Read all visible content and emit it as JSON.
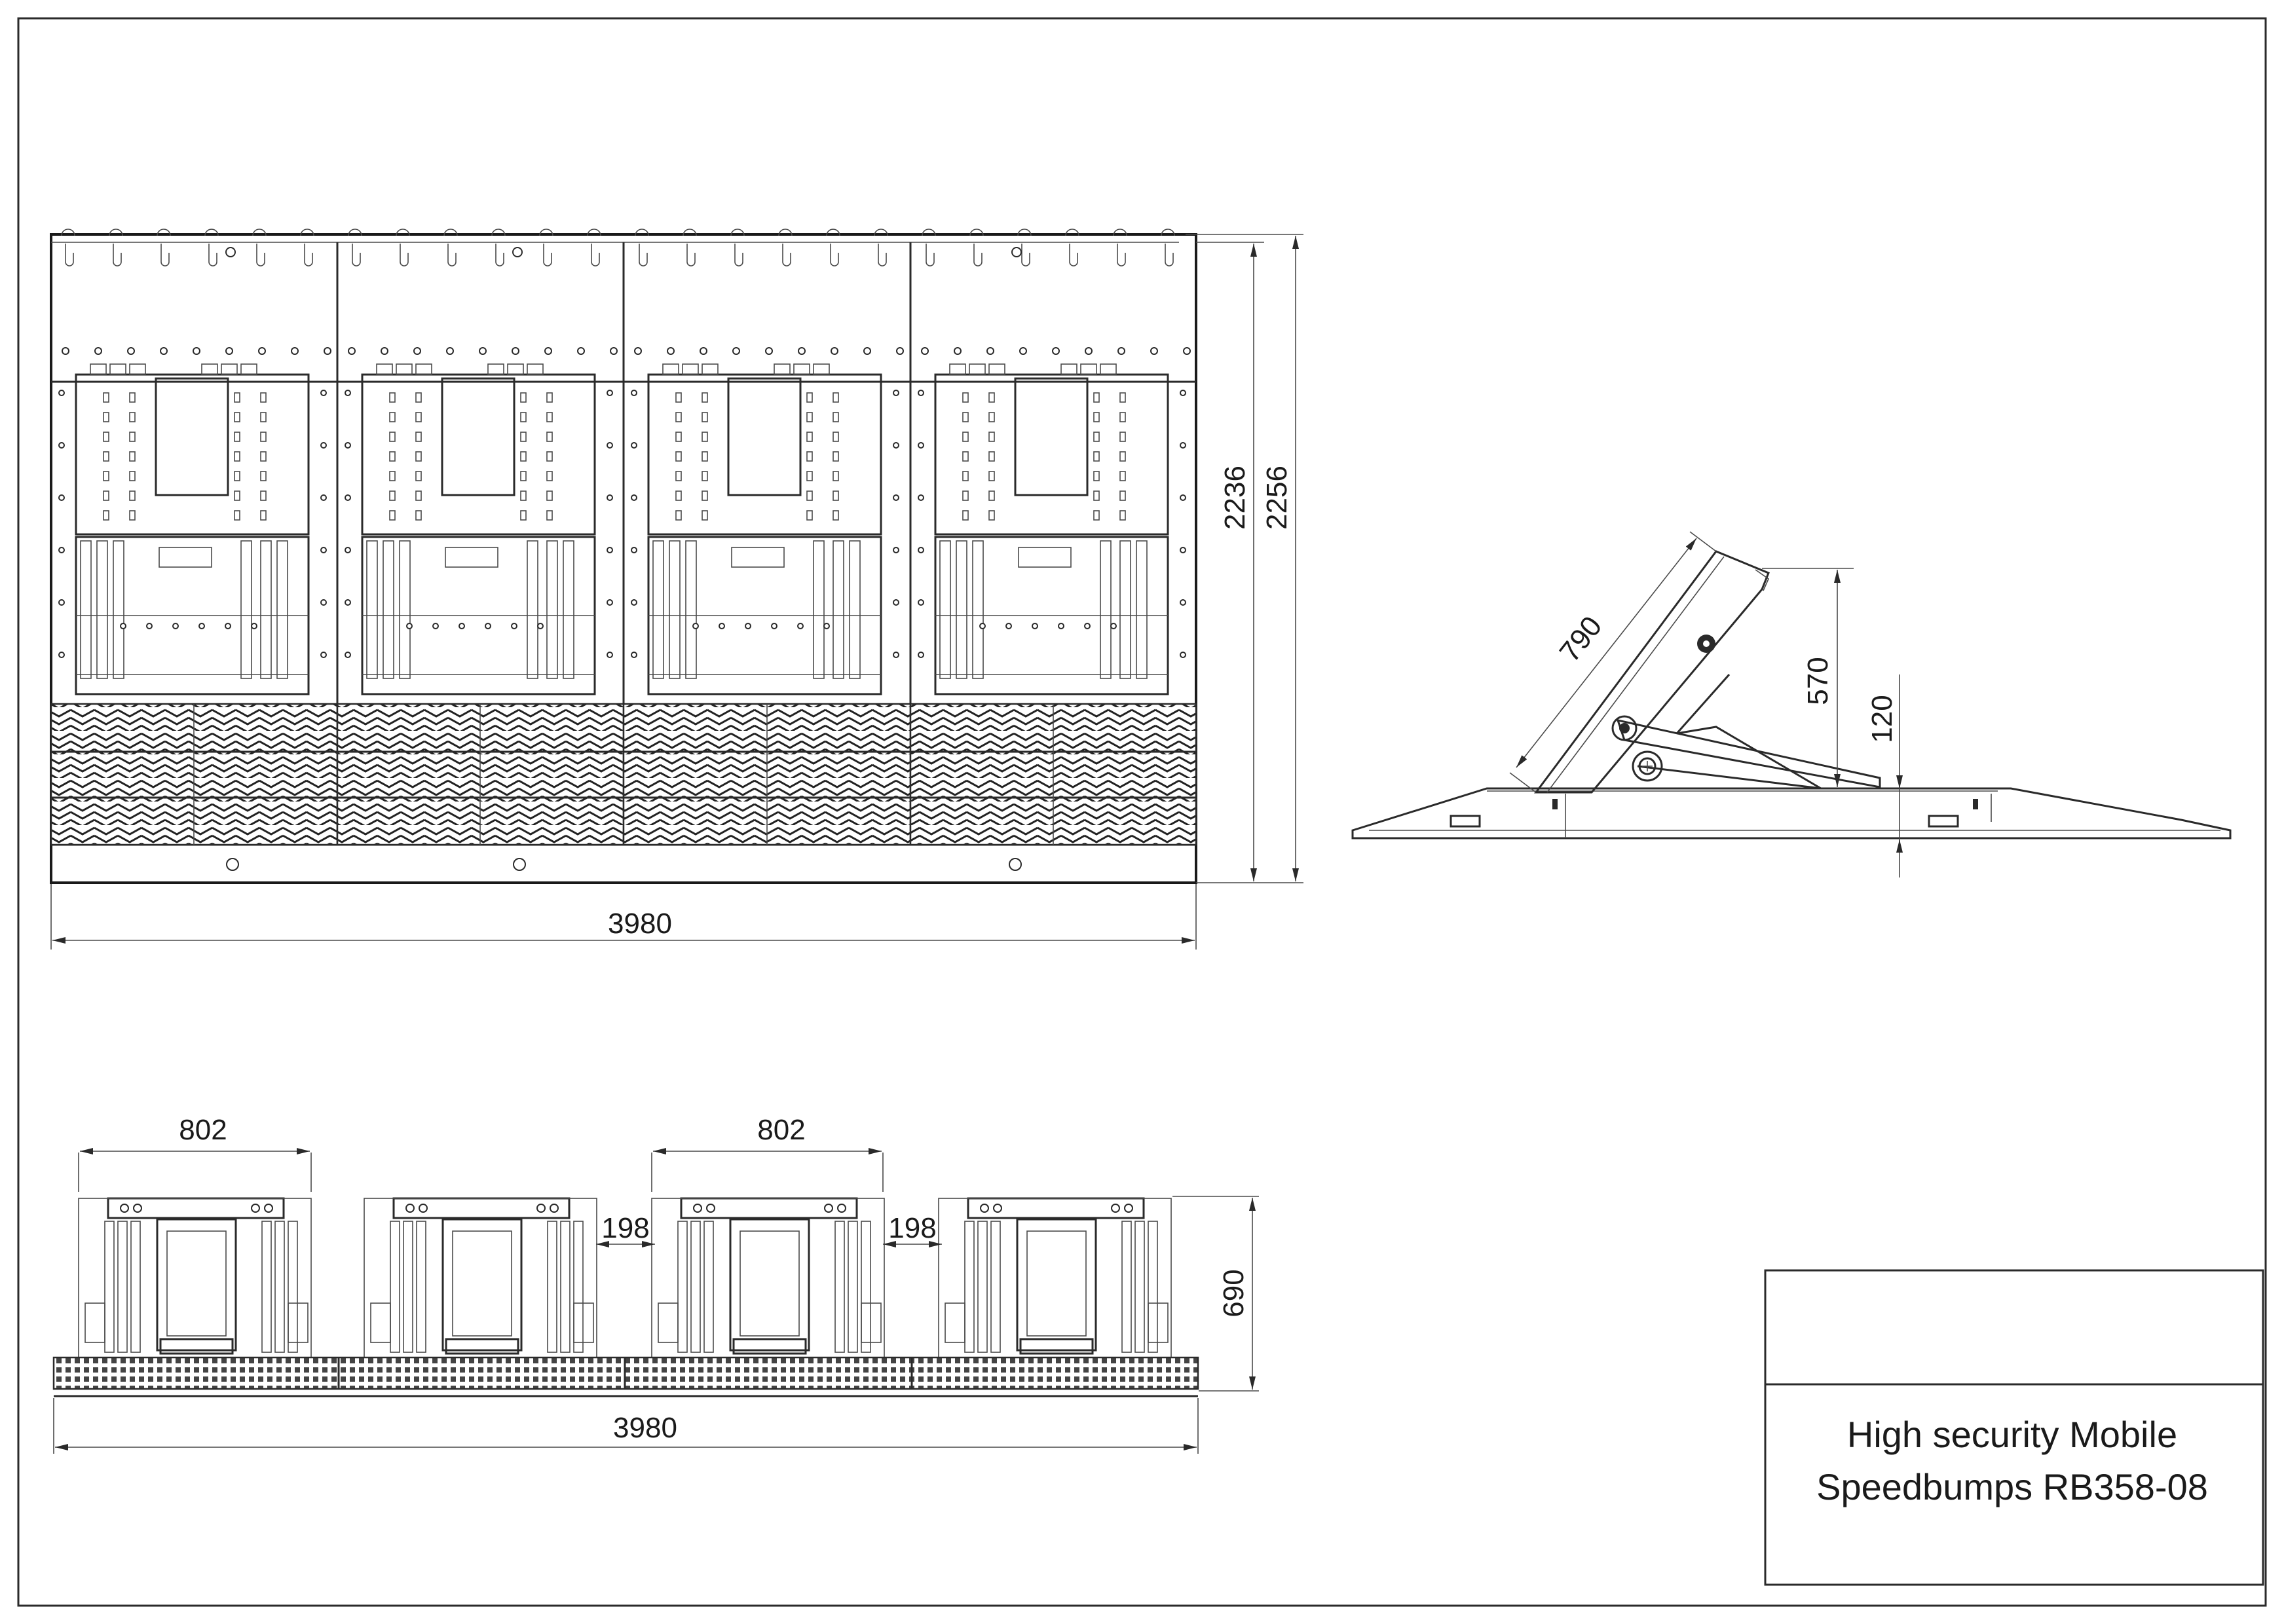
{
  "title_block": {
    "line1": "High security Mobile",
    "line2": "Speedbumps RB358-08"
  },
  "front_view": {
    "width_label": "3980",
    "height_label_inner": "2236",
    "height_label_outer": "2256"
  },
  "side_view": {
    "length_label": "790",
    "raised_height_label": "570",
    "base_height_label": "120"
  },
  "bottom_view": {
    "module_width_label_a": "802",
    "module_width_label_b": "802",
    "gap_label_a": "198",
    "gap_label_b": "198",
    "height_label": "690",
    "total_width_label": "3980"
  }
}
